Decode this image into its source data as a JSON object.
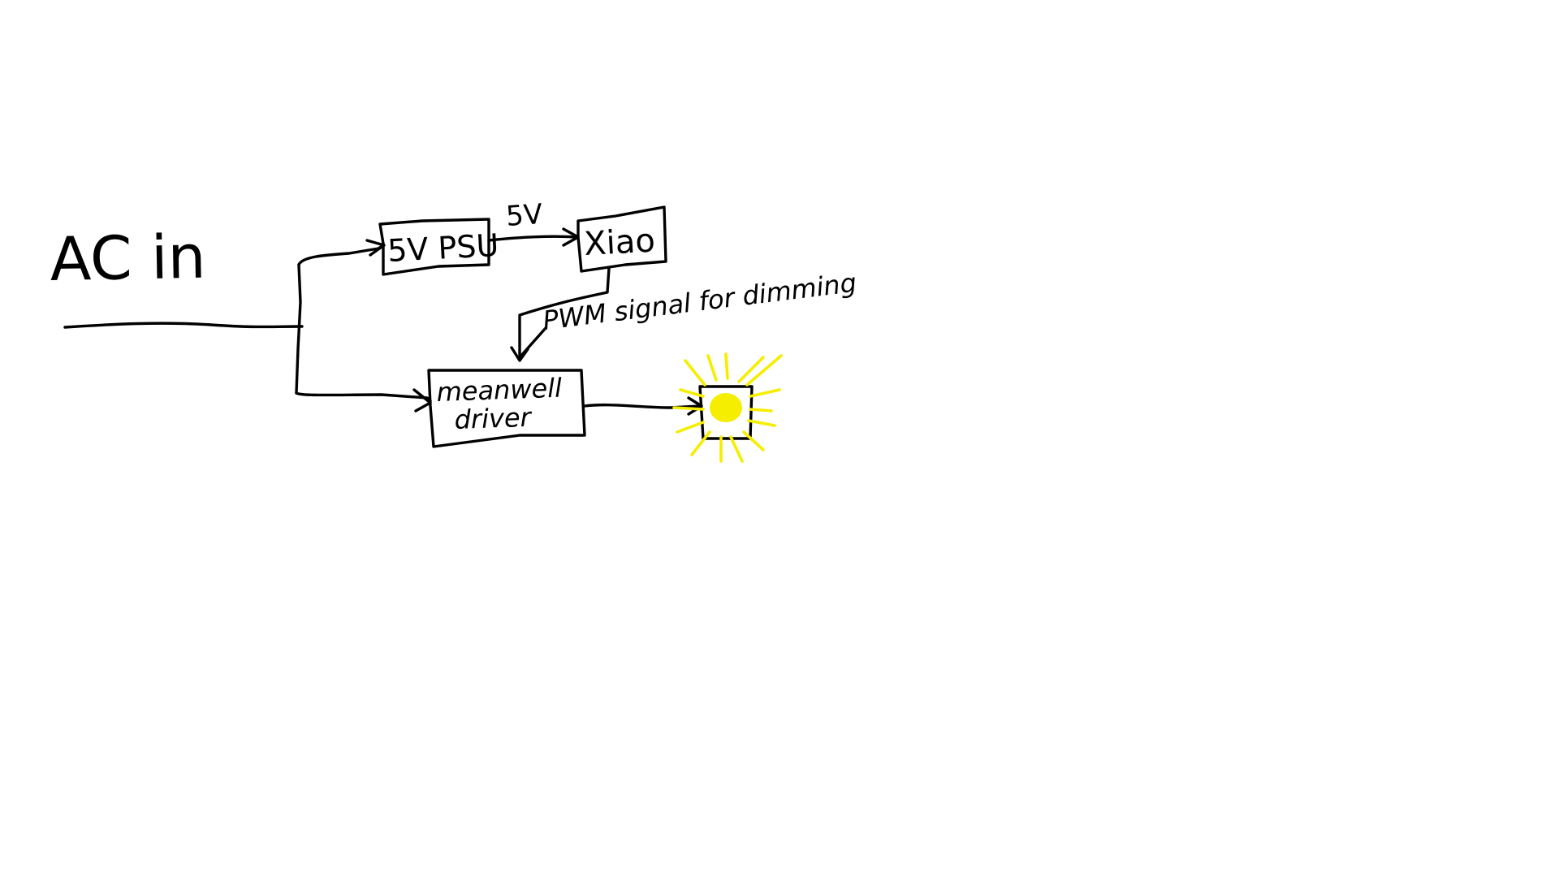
{
  "diagram": {
    "input_label": "AC in",
    "nodes": {
      "psu": {
        "label": "5V PSU"
      },
      "mcu": {
        "label": "Xiao"
      },
      "driver": {
        "label_line1": "meanwell",
        "label_line2": "driver"
      },
      "lamp": {
        "label": ""
      }
    },
    "edges": {
      "psu_to_mcu": {
        "label": "5V"
      },
      "mcu_to_driver": {
        "label": "PWM signal for dimming"
      }
    },
    "colors": {
      "ink": "#000000",
      "lamp_glow": "#f5ee00",
      "background": "#ffffff"
    }
  }
}
